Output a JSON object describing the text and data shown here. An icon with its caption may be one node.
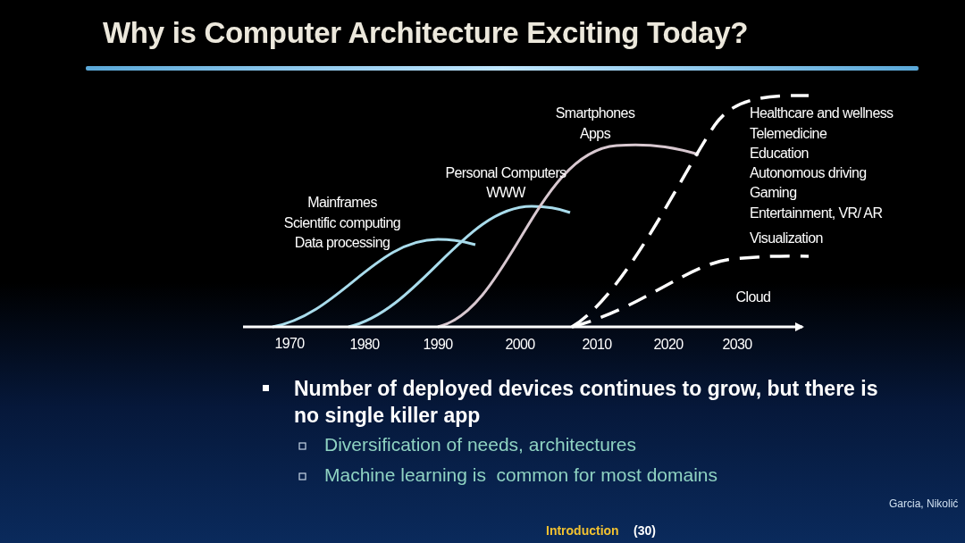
{
  "diagram": {
    "title": "Why is Computer Architecture Exciting Today?",
    "labels": [
      "Smartphones",
      "Apps",
      "Personal Computers",
      "WWW",
      "Mainframes",
      "Scientific computing",
      "Data processing",
      "Healthcare and wellness",
      "Telemedicine",
      "Education",
      "Autonomous driving",
      "Gaming",
      "Entertainment, VR/ AR",
      "Visualization",
      "Cloud",
      "1970",
      "1980",
      "1990",
      "2000",
      "2010",
      "2020",
      "2030",
      "Number of deployed devices continues to grow, but there is no single killer app",
      "Diversification of needs, architectures",
      "Machine learning is  common for most domains",
      "Garcia, Nikolić",
      "Introduction",
      "(30)"
    ]
  }
}
